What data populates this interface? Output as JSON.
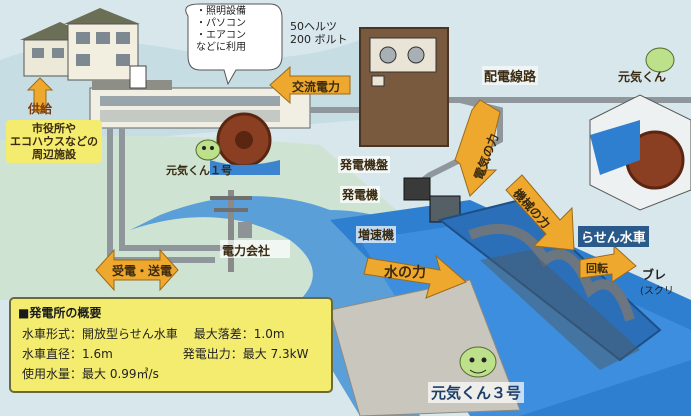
{
  "bubble": {
    "items": [
      "・照明設備",
      "・パソコン",
      "・エアコン"
    ],
    "tail": "などに利用"
  },
  "spec_voltage": {
    "freq": "50ヘルツ",
    "volt": "200 ボルト"
  },
  "labels": {
    "ac_power": "交流電力",
    "distribution_line": "配電線路",
    "genki_top": "元気くん",
    "supply": "供給",
    "facility": [
      "市役所や",
      "エコハウスなどの",
      "周辺施設"
    ],
    "genki1": "元気くん１号",
    "panel": "発電機盤",
    "generator": "発電機",
    "electric_force": "電気の力",
    "mechanical_force": "機械の力",
    "spiral_wheel": "らせん水車",
    "gearbox": "増速機",
    "water_force": "水の力",
    "rotation": "回転",
    "blade": "ブレ",
    "blade2": "(スクリ",
    "receive_send": "受電・送電",
    "power_company": "電力会社",
    "genki3": "元気くん３号"
  },
  "overview": {
    "title": "■発電所の概要",
    "rows": [
      {
        "left": "水車形式：開放型らせん水車",
        "right": "最大落差：1.0m"
      },
      {
        "left": "水車直径：1.6m",
        "right": "発電出力：最大 7.3kW"
      },
      {
        "left": "使用水量：最大 0.99㎥/s",
        "right": ""
      }
    ]
  },
  "colors": {
    "sky": "#d8e7ec",
    "water": "#2f7fd0",
    "arrow": "#efa82e",
    "overview_bg": "#f4ec6e",
    "panel": "#7a5a3e"
  }
}
